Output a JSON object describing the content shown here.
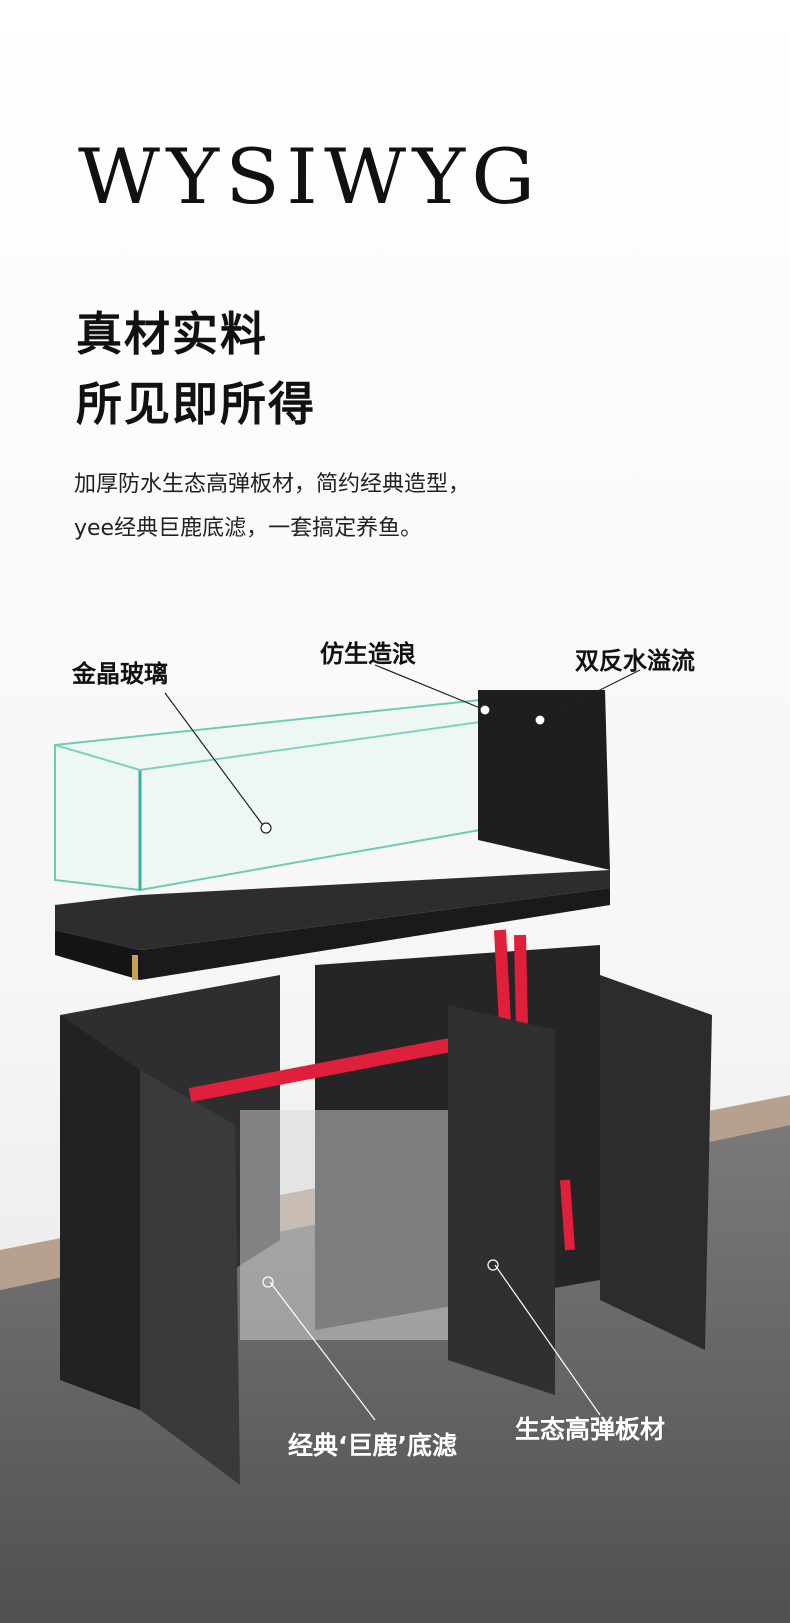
{
  "title": "WYSIWYG",
  "headline": [
    "真材实料",
    "所见即所得"
  ],
  "description": [
    "加厚防水生态高弹板材，简约经典造型，",
    "yee经典巨鹿底滤，一套搞定养鱼。"
  ],
  "callouts": {
    "glass": "金晶玻璃",
    "wave": "仿生造浪",
    "overflow": "双反水溢流",
    "sump": "经典‘巨鹿’底滤",
    "board": "生态高弹板材"
  },
  "colors": {
    "pipe": "#e0203a",
    "cabinet": "#2a2a2c",
    "floor": "#5c5c5e",
    "wall": "#b8a08e"
  }
}
